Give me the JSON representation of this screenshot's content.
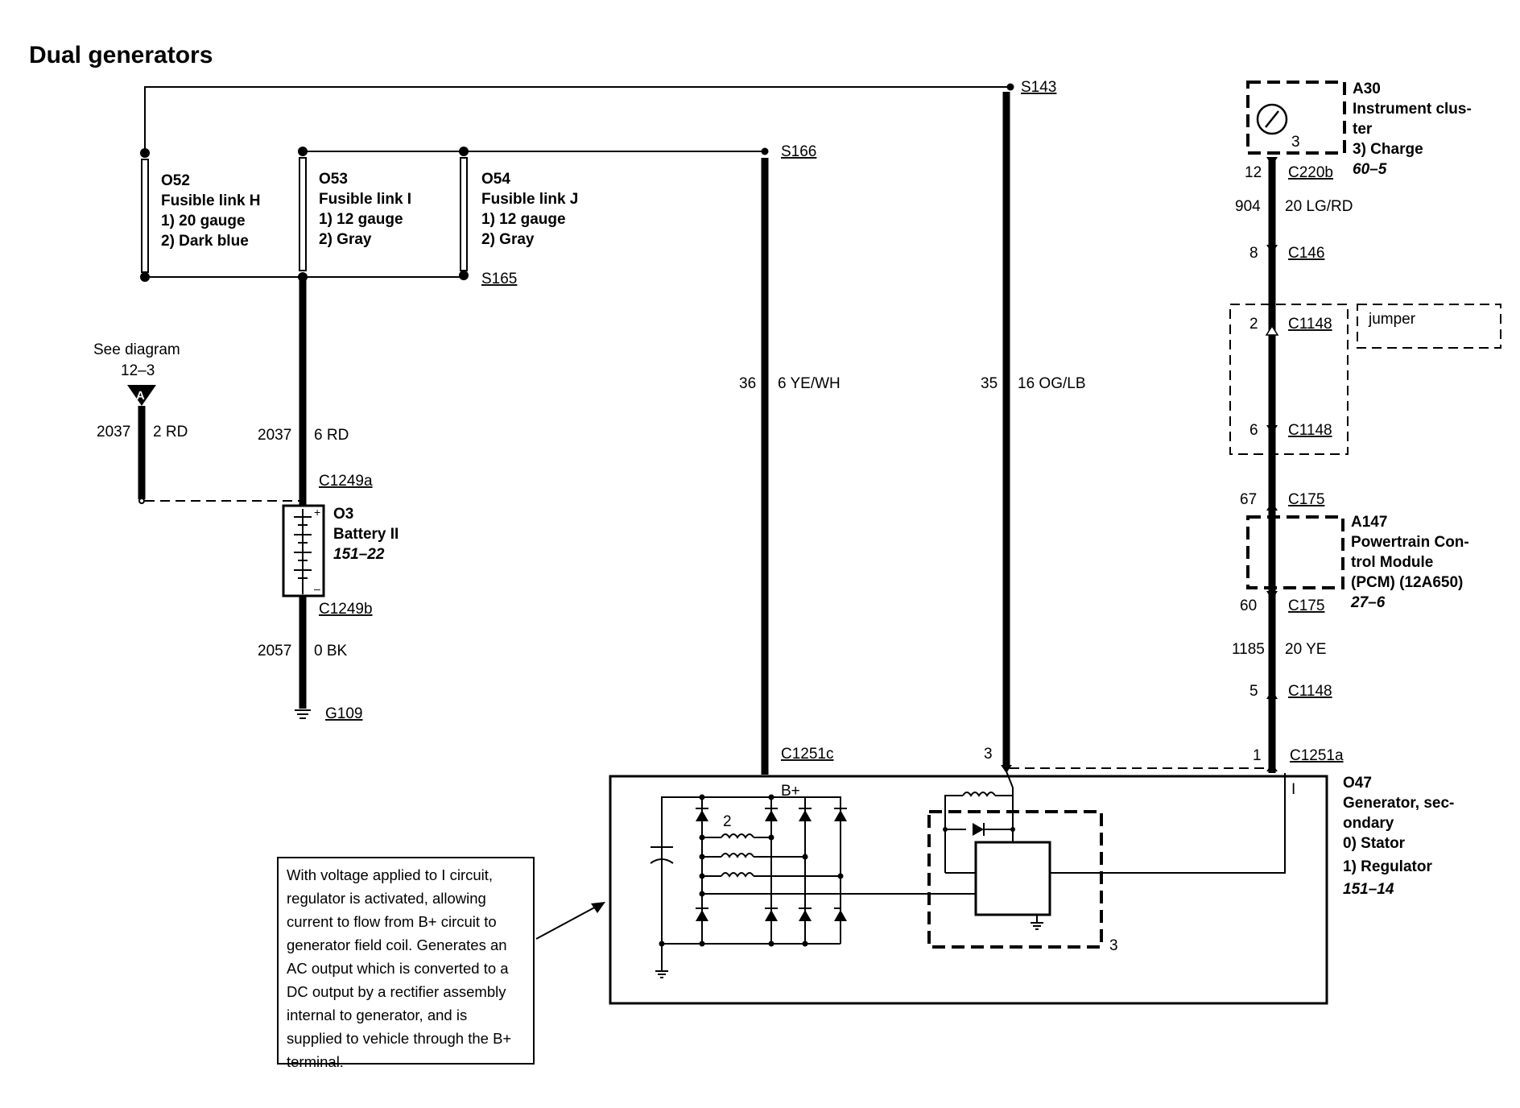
{
  "title": "Dual generators",
  "splices": {
    "s143": "S143",
    "s166": "S166",
    "s165": "S165"
  },
  "fuses": {
    "h": {
      "id": "O52",
      "name": "Fusible link H",
      "l1": "1)   20 gauge",
      "l2": "2)   Dark blue"
    },
    "i": {
      "id": "O53",
      "name": "Fusible link I",
      "l1": "1)   12 gauge",
      "l2": "2)   Gray"
    },
    "j": {
      "id": "O54",
      "name": "Fusible link J",
      "l1": "1)   12 gauge",
      "l2": "2)   Gray"
    }
  },
  "see_diagram": {
    "l1": "See diagram",
    "l2": "12–3",
    "marker": "A"
  },
  "wires": {
    "w2037a_num": "2037",
    "w2037a_spec": "2 RD",
    "w2037b_num": "2037",
    "w2037b_spec": "6 RD",
    "w2057_num": "2057",
    "w2057_spec": "0 BK",
    "w36_num": "36",
    "w36_spec": "6 YE/WH",
    "w35_num": "35",
    "w35_spec": "16 OG/LB",
    "w904_num": "904",
    "w904_spec": "20 LG/RD",
    "w1185_num": "1185",
    "w1185_spec": "20 YE"
  },
  "battery": {
    "id": "O3",
    "name": "Battery II",
    "ref": "151–22",
    "top_conn": "C1249a",
    "bot_conn": "C1249b",
    "plus": "+",
    "minus": "–"
  },
  "ground": "G109",
  "cluster": {
    "id": "A30",
    "l1": "Instrument clus-",
    "l2": "ter",
    "l3": "3)   Charge",
    "ref": "60–5",
    "pin_label": "3",
    "conn": "C220b",
    "pin": "12"
  },
  "connectors": {
    "c146": "C146",
    "c146_pin": "8",
    "c1148_a": "C1148",
    "c1148_a_pin": "2",
    "c1148_b": "C1148",
    "c1148_b_pin": "6",
    "c175_a": "C175",
    "c175_a_pin": "67",
    "c175_b": "C175",
    "c175_b_pin": "60",
    "c1148_c": "C1148",
    "c1148_c_pin": "5",
    "c1251c": "C1251c",
    "c1251a": "C1251a",
    "c1251a_pin": "1",
    "gen_pin3": "3"
  },
  "jumper": "jumper",
  "pcm": {
    "id": "A147",
    "l1": "Powertrain Con-",
    "l2": "trol Module",
    "l3": "(PCM) (12A650)",
    "ref": "27–6"
  },
  "generator": {
    "id": "O47",
    "l1": "Generator, sec-",
    "l2": "ondary",
    "l3": "0)   Stator",
    "l4": "1)   Regulator",
    "ref": "151–14",
    "bplus": "B+",
    "i_term": "I",
    "stator_num": "2",
    "reg_num": "3"
  },
  "note": "With voltage applied to I circuit, regulator is activated, allowing current to flow from B+ circuit to generator field coil. Generates an AC output which is converted to a DC output by a rectifier assembly internal to generator, and is supplied to vehicle through the B+ terminal."
}
